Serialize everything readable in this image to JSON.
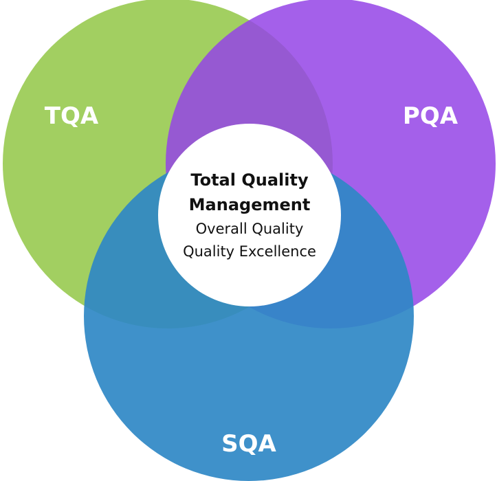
{
  "diagram": {
    "sets": [
      {
        "key": "tqa",
        "label": "TQA",
        "color": "#92C745"
      },
      {
        "key": "pqa",
        "label": "PQA",
        "color": "#9444E6"
      },
      {
        "key": "sqa",
        "label": "SQA",
        "color": "#2F88C6"
      }
    ],
    "center": {
      "title_line1": "Total Quality",
      "title_line2": "Management",
      "line1": "Overall Quality",
      "line2": "Quality Excellence",
      "fill": "#ffffff"
    }
  }
}
